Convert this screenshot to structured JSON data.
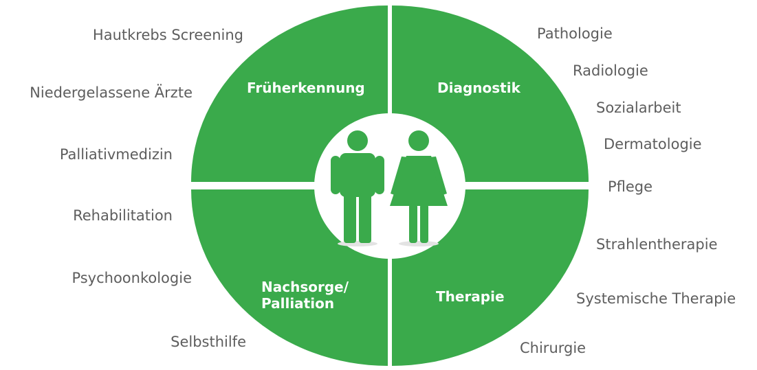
{
  "colors": {
    "segment": "#3aaa4b",
    "figure": "#3aaa4b",
    "center": "#ffffff",
    "shadow": "#e3e3e3",
    "label_text": "#5d5d5d",
    "title_text": "#ffffff"
  },
  "quadrants": {
    "top_left": "Früherkennung",
    "top_right": "Diagnostik",
    "bottom_left_line1": "Nachsorge/",
    "bottom_left_line2": "Palliation",
    "bottom_right": "Therapie"
  },
  "center_icons": [
    "man-icon",
    "woman-icon"
  ],
  "labels_left": [
    "Hautkrebs Screening",
    "Niedergelassene Ärzte",
    "Palliativmedizin",
    "Rehabilitation",
    "Psychoonkologie",
    "Selbsthilfe"
  ],
  "labels_right": [
    "Pathologie",
    "Radiologie",
    "Sozialarbeit",
    "Dermatologie",
    "Pflege",
    "Strahlentherapie",
    "Systemische Therapie",
    "Chirurgie"
  ]
}
